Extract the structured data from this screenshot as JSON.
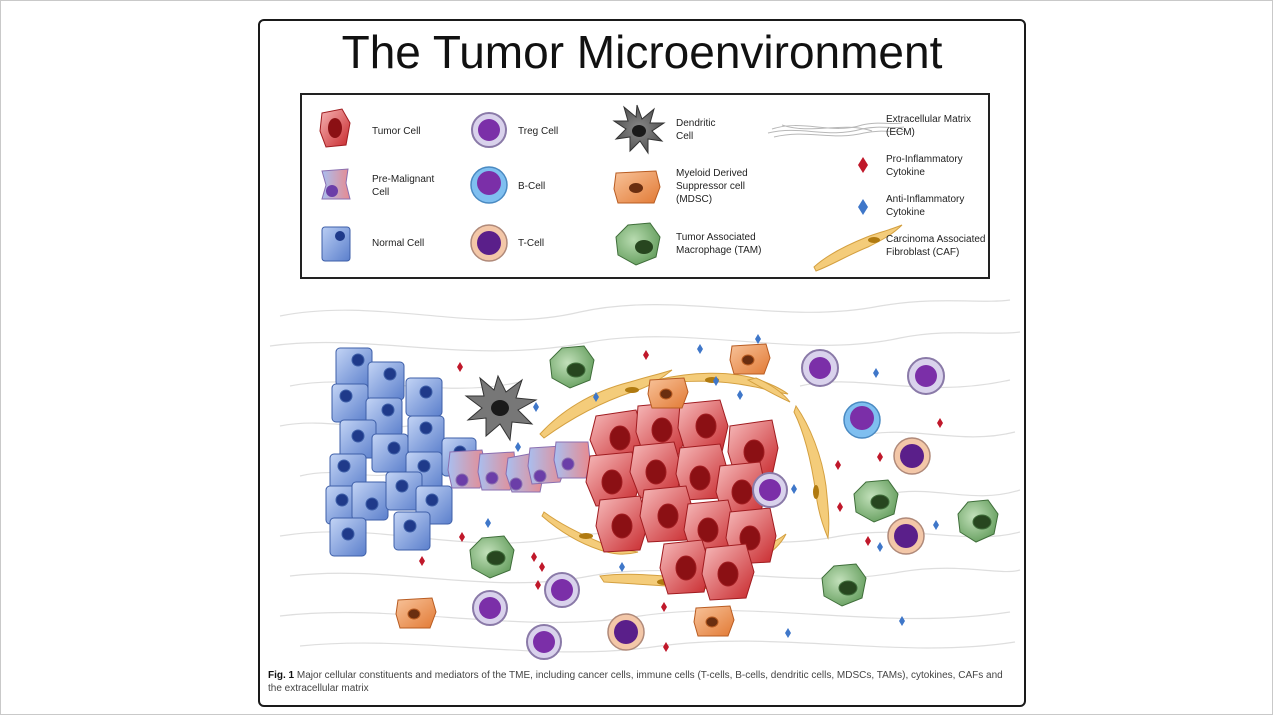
{
  "title": "The Tumor Microenvironment",
  "legend": {
    "tumor_cell": "Tumor Cell",
    "pre_malignant": "Pre-Malignant\nCell",
    "normal_cell": "Normal Cell",
    "treg": "Treg Cell",
    "b_cell": "B-Cell",
    "t_cell": "T-Cell",
    "dendritic": "Dendritic\nCell",
    "mdsc": "Myeloid Derived\nSuppressor cell\n(MDSC)",
    "tam": "Tumor Associated\nMacrophage (TAM)",
    "ecm": "Extracellular Matrix\n(ECM)",
    "pro_cytokine": "Pro-Inflammatory\nCytokine",
    "anti_cytokine": "Anti-Inflammatory\nCytokine",
    "caf": "Carcinoma Associated\nFibroblast (CAF)"
  },
  "caption": {
    "label": "Fig. 1",
    "text": " Major cellular constituents and mediators of the TME, including cancer cells, immune cells (T-cells, B-cells, dendritic cells, MDSCs, TAMs), cytokines, CAFs and the extracellular matrix"
  },
  "colors": {
    "tumor": "#c8282c",
    "normal": "#6d8fd6",
    "treg": "#7b2fa8",
    "b_cell_ring": "#7fbff0",
    "t_cell_ring": "#f3c7a8",
    "mdsc": "#ee8e4a",
    "tam": "#5f9a58",
    "caf": "#f4cc7a",
    "pro_cytokine": "#c0182a",
    "anti_cytokine": "#3f77c9",
    "ecm": "#c9c9c9"
  }
}
